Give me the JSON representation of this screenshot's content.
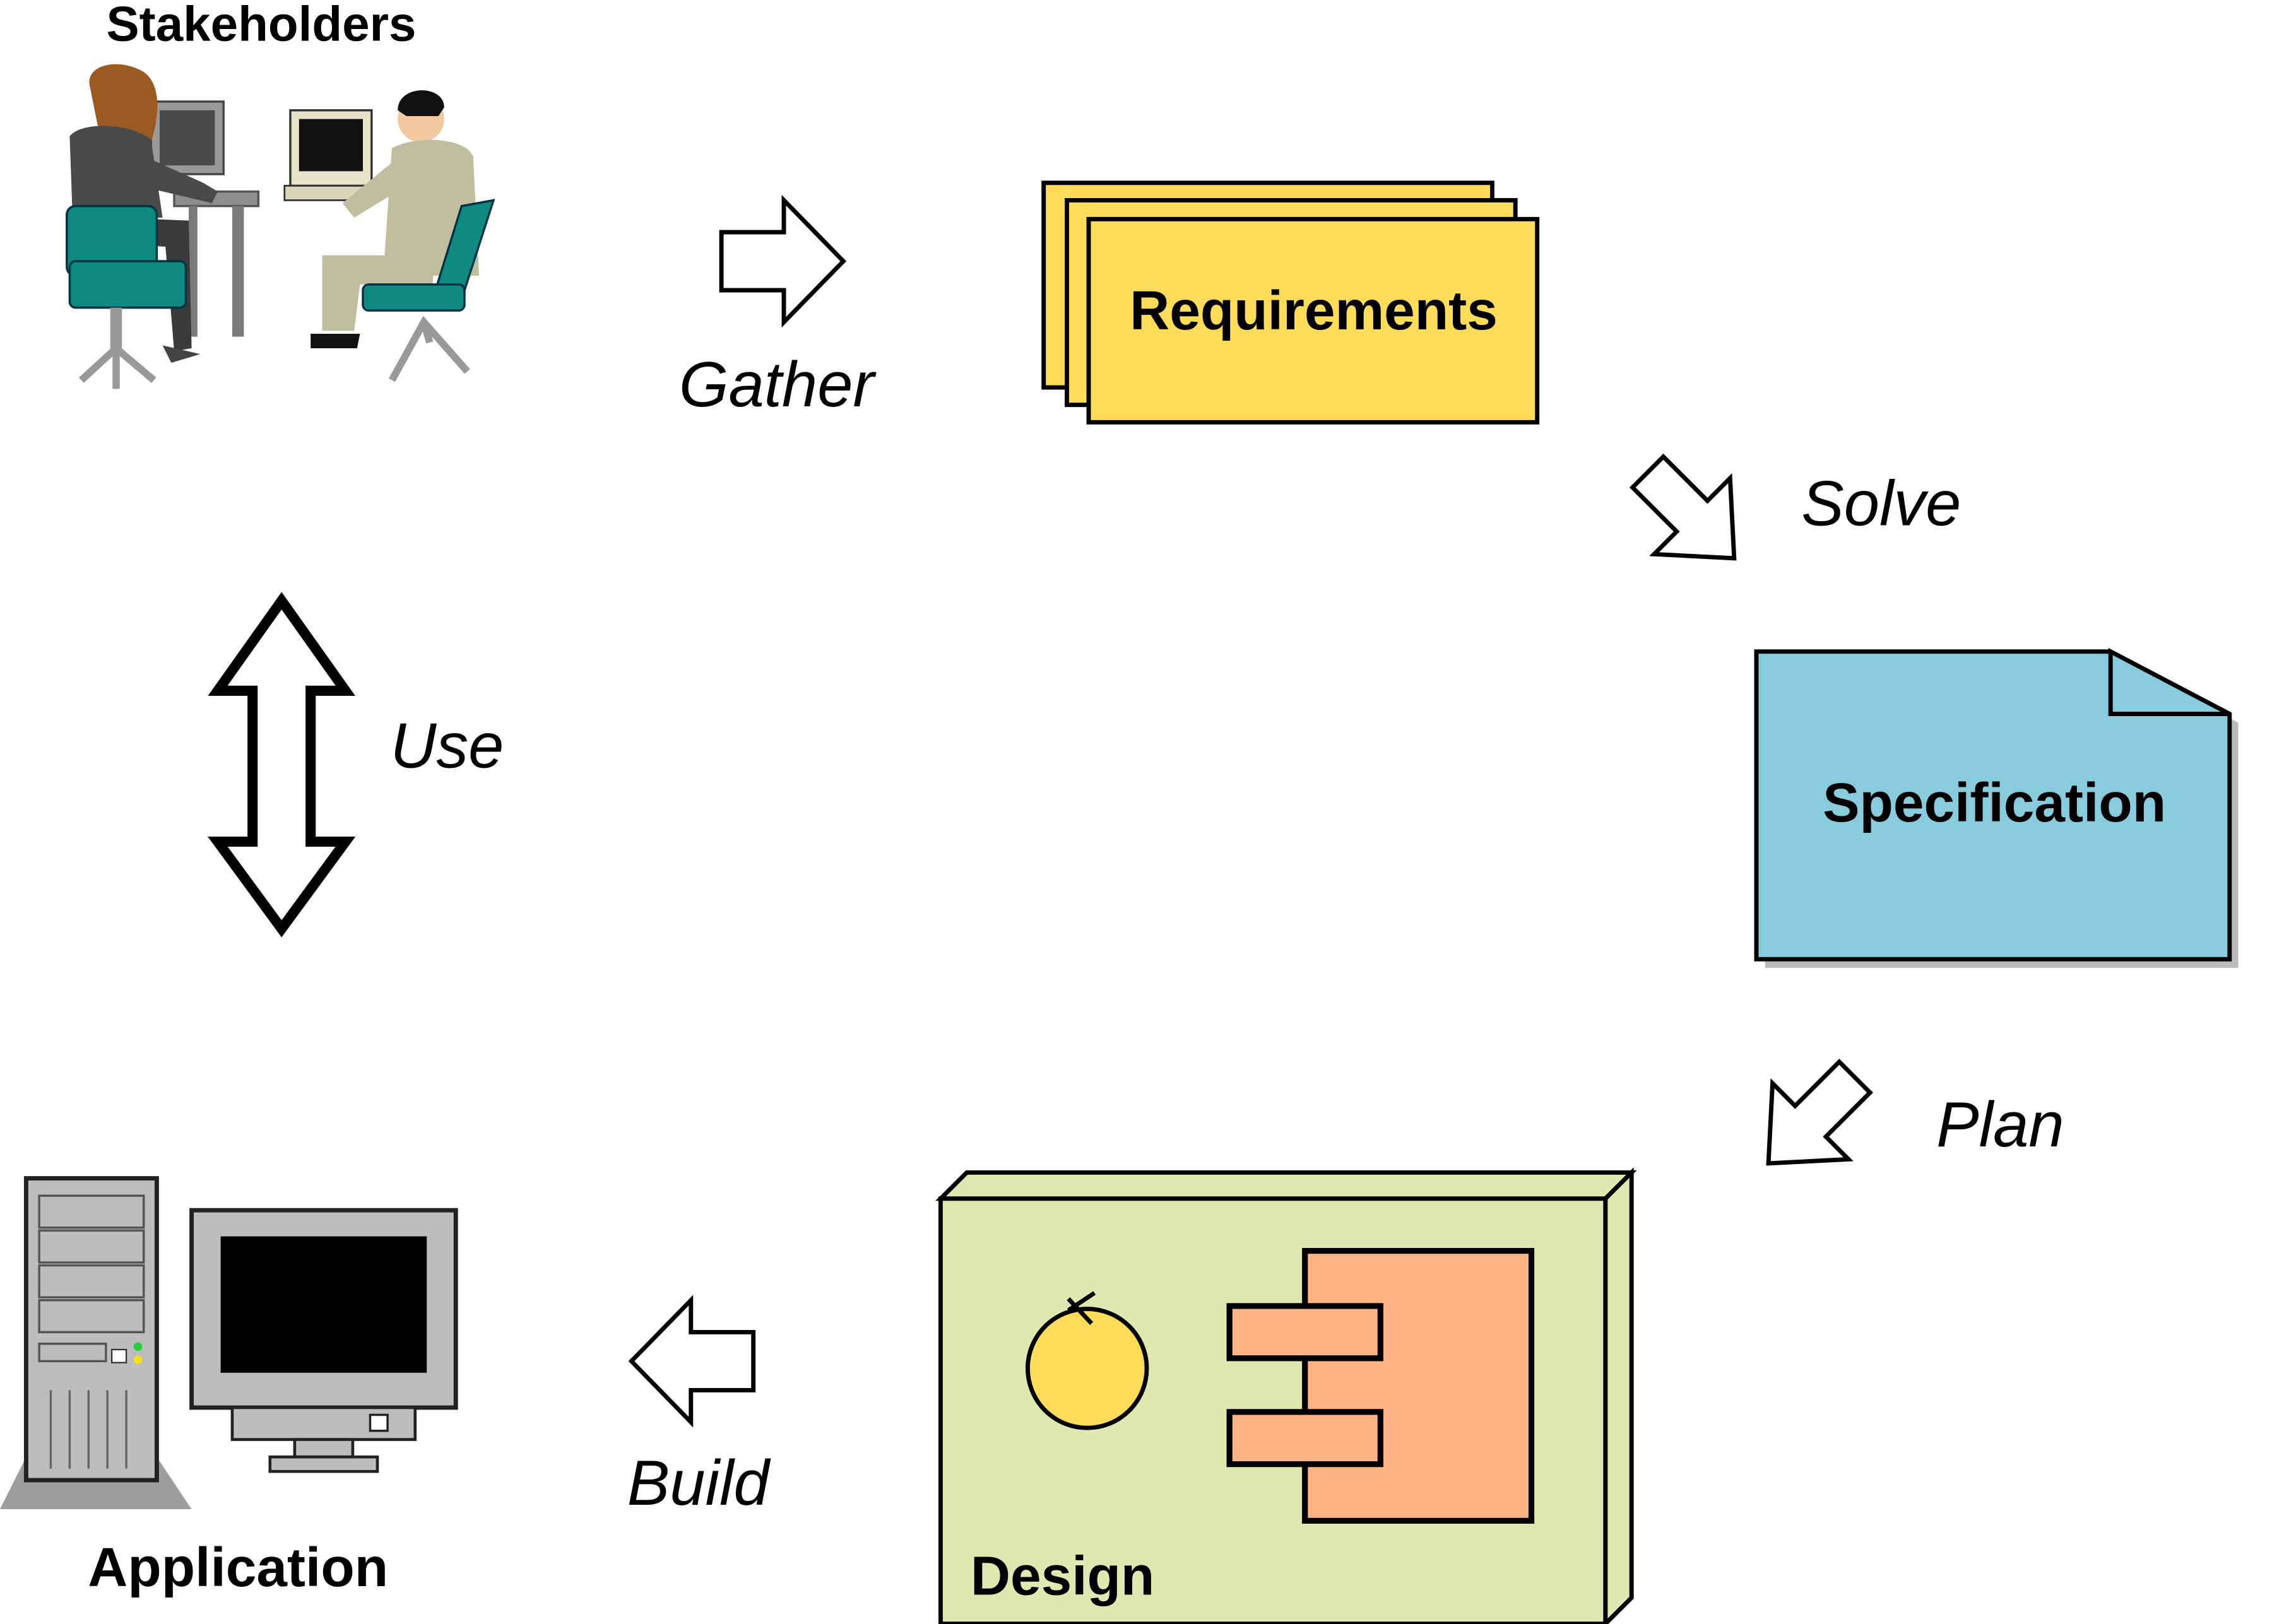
{
  "labels": {
    "stakeholders": "Stakeholders",
    "requirements": "Requirements",
    "specification": "Specification",
    "design": "Design",
    "application": "Application"
  },
  "verbs": {
    "gather": "Gather",
    "solve": "Solve",
    "plan": "Plan",
    "build": "Build",
    "use": "Use"
  },
  "colors": {
    "requirements_fill": "#FEDC5A",
    "specification_fill": "#88CBDD",
    "design_fill": "#DFE8B0",
    "component_fill": "#FEB384",
    "circle_fill": "#FEDC5A",
    "chair_fill": "#0E8A80",
    "man_suit": "#BFBF9F",
    "woman_hair": "#9A5A22",
    "woman_suit": "#4A4A4A",
    "computer_gray": "#BDBDBD"
  },
  "icons": {
    "stakeholders": "people-at-computers-icon",
    "application": "desktop-computer-icon",
    "gather": "arrow-right-icon",
    "solve": "arrow-down-right-icon",
    "plan": "arrow-down-left-icon",
    "build": "arrow-left-icon",
    "use": "double-arrow-vertical-icon"
  }
}
